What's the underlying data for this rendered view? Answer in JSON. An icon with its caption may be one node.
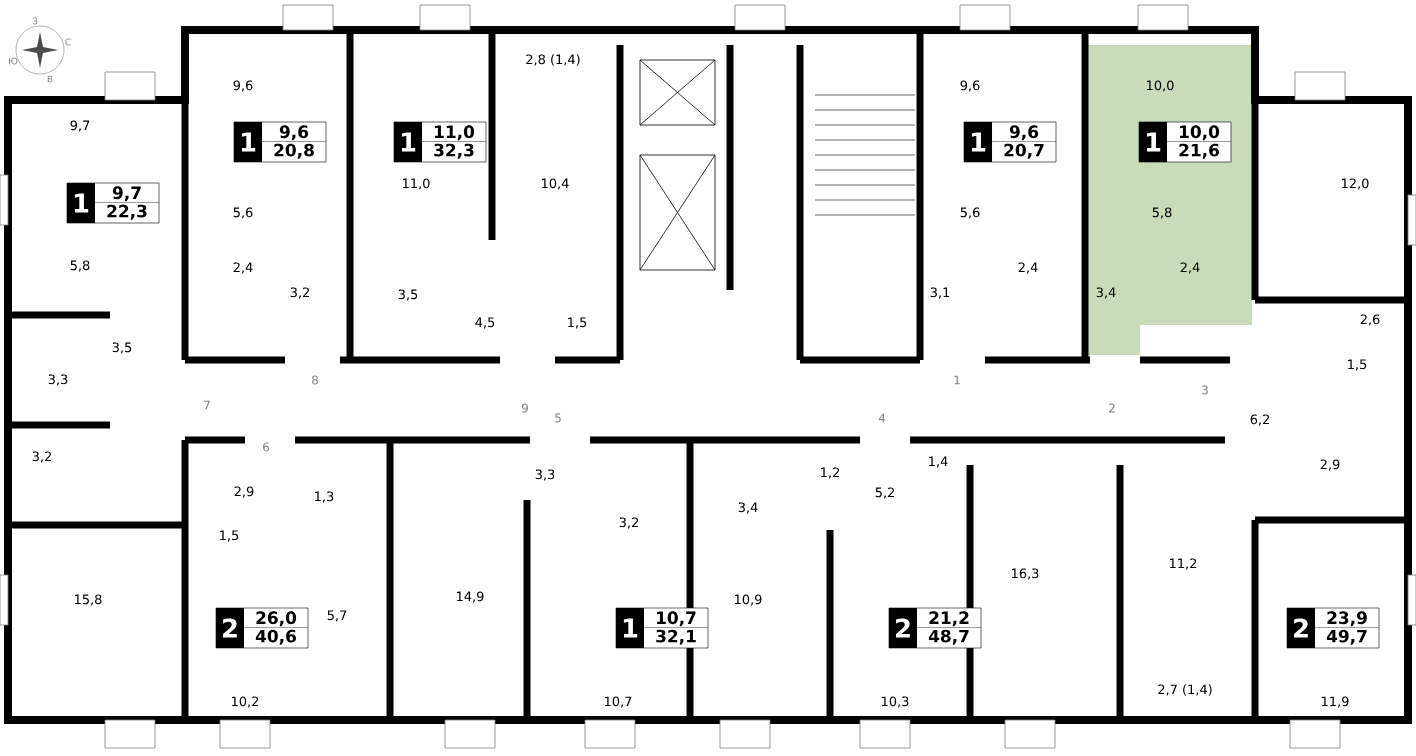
{
  "diagram": {
    "nodes": [
      {
        "text": [
          "1",
          "9,7",
          "22,3"
        ]
      },
      {
        "text": [
          "1",
          "9,6",
          "20,8"
        ]
      },
      {
        "text": [
          "1",
          "11,0",
          "32,3"
        ]
      },
      {
        "text": [
          "1",
          "9,6",
          "20,7"
        ]
      },
      {
        "text": [
          "1",
          "10,0",
          "21,6"
        ]
      },
      {
        "text": [
          "2",
          "26,0",
          "40,6"
        ]
      },
      {
        "text": [
          "1",
          "10,7",
          "32,1"
        ]
      },
      {
        "text": [
          "2",
          "21,2",
          "48,7"
        ]
      },
      {
        "text": [
          "2",
          "23,9",
          "49,7"
        ]
      }
    ],
    "labels": [
      "З",
      "С",
      "Ю",
      "В",
      "2,8 (1,4)",
      "9,6",
      "9,6",
      "10,0",
      "9,7",
      "11,0",
      "10,4",
      "12,0",
      "5,6",
      "5,6",
      "5,8",
      "5,8",
      "2,4",
      "2,4",
      "2,4",
      "3,2",
      "3,5",
      "4,5",
      "1,5",
      "3,1",
      "3,4",
      "3,5",
      "2,6",
      "3,3",
      "1,5",
      "8",
      "9",
      "1",
      "2",
      "3",
      "7",
      "6,2",
      "6",
      "5",
      "4",
      "1,4",
      "2,9",
      "3,3",
      "1,2",
      "3,2",
      "2,9",
      "1,3",
      "5,2",
      "3,4",
      "3,2",
      "1,5",
      "16,3",
      "11,2",
      "15,8",
      "14,9",
      "5,7",
      "10,9",
      "10,2",
      "10,7",
      "10,3",
      "11,9",
      "2,7 (1,4)"
    ]
  }
}
